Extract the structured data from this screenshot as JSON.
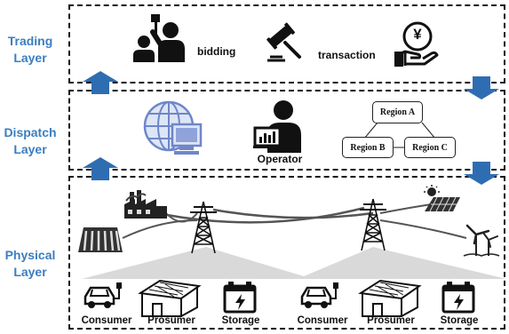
{
  "layers": {
    "trading": {
      "label_line1": "Trading",
      "label_line2": "Layer"
    },
    "dispatch": {
      "label_line1": "Dispatch",
      "label_line2": "Layer"
    },
    "physical": {
      "label_line1": "Physical",
      "label_line2": "Layer"
    }
  },
  "trading_items": {
    "bidding": "bidding",
    "transaction": "transaction",
    "currency_symbol": "¥"
  },
  "dispatch_items": {
    "operator": "Operator",
    "region_a": "Region A",
    "region_b": "Region B",
    "region_c": "Region C"
  },
  "physical_items": {
    "left": {
      "consumer": "Consumer",
      "prosumer": "Prosumer",
      "storage": "Storage"
    },
    "right": {
      "consumer": "Consumer",
      "prosumer": "Prosumer",
      "storage": "Storage"
    }
  },
  "colors": {
    "label_blue": "#3a7ec0",
    "arrow_blue": "#2f6db2",
    "dash_border": "#111111"
  }
}
